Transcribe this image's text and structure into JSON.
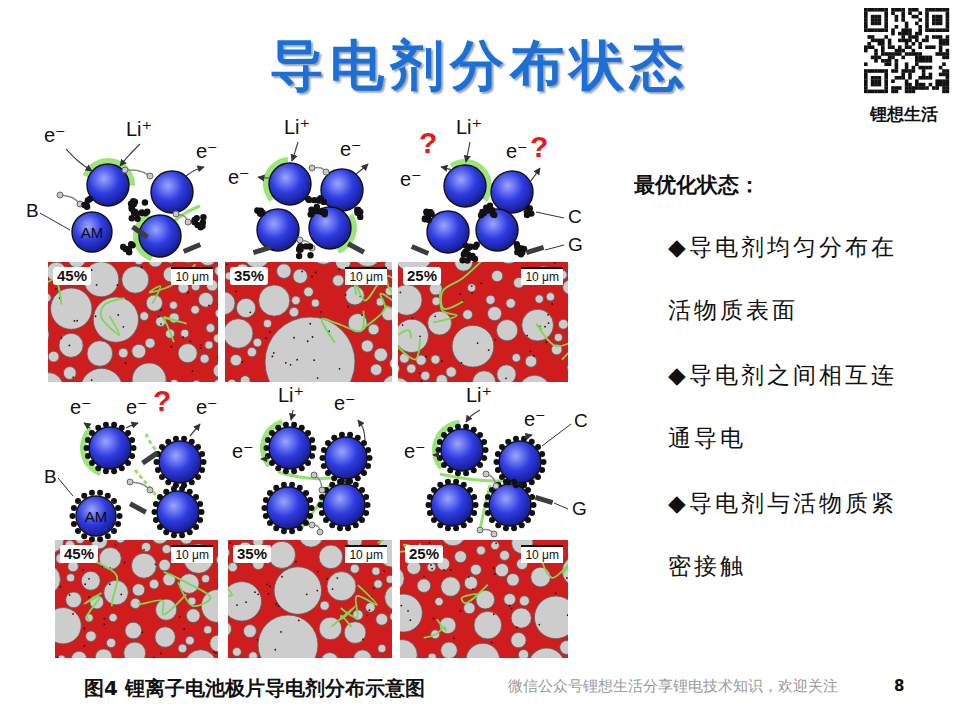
{
  "diagram": {
    "title": "导电剂分布状态",
    "caption": "图4 锂离子电池极片导电剂分布示意图",
    "nodes": [
      {
        "text": [
          "AM"
        ]
      },
      {
        "text": [
          "45%",
          "10 μm"
        ]
      },
      {
        "text": [
          "35%",
          "10 μm"
        ]
      },
      {
        "text": [
          "25%",
          "10 μm"
        ]
      },
      {
        "text": [
          "AM"
        ]
      },
      {
        "text": [
          "45%",
          "10 μm"
        ]
      },
      {
        "text": [
          "35%",
          "10 μm"
        ]
      },
      {
        "text": [
          "25%",
          "10 μm"
        ]
      }
    ],
    "labels": [
      "锂想生活",
      "e⁻",
      "Li⁺",
      "e⁻",
      "B",
      "Li⁺",
      "e⁻",
      "e⁻",
      "?",
      "Li⁺",
      "e⁻",
      "?",
      "e⁻",
      "C",
      "G",
      "e⁻",
      "e⁻",
      "?",
      "e⁻",
      "B",
      "Li⁺",
      "e⁻",
      "e⁻",
      "Li⁺",
      "e⁻",
      "C",
      "e⁻",
      "G",
      "最优化状态：",
      "◆导电剂均匀分布在活物质表面",
      "◆导电剂之间相互连通导电",
      "◆导电剂与活物质紧密接触",
      "微信公众号锂想生活分享锂电技术知识，欢迎关注",
      "8"
    ]
  }
}
